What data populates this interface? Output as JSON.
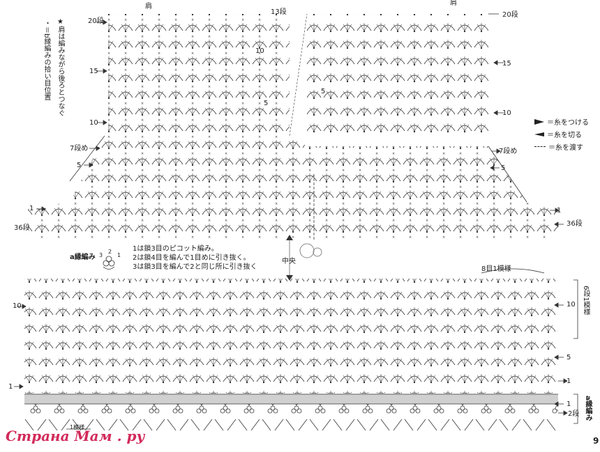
{
  "side_notes": {
    "star_note": "★肩は編みながら後ろとつなぐ",
    "b_note": "・＝b縁編みの拾い目位置"
  },
  "shoulder": {
    "left": "肩",
    "right": "肩"
  },
  "rows": {
    "r13": "13段",
    "r20_left": "20段",
    "r20_right": "20段",
    "r15_left": "15",
    "r15_right": "15",
    "r10_left": "10",
    "r10_right": "10",
    "r7_left": "7段め",
    "r7_right": "7段め",
    "r5_left": "5",
    "r5_right": "5",
    "r1_left": "1",
    "r1_right": "1",
    "r36_left": "36段",
    "r36_right": "36段",
    "inner_10": "10",
    "inner_5_left": "5",
    "inner_5_right": "5",
    "b10_left": "10",
    "b10_right": "10",
    "b5_right": "5",
    "b1_left": "1",
    "b1_right": "1",
    "b1_right2": "1",
    "b2": "2段"
  },
  "center_label": "中央",
  "edging": {
    "title": "a縁編み",
    "steps": [
      "1は鎖3目のピコット編み。",
      "2は鎖4目を編んで1目めに引き抜く。",
      "3は鎖3目を編んで2と同じ所に引き抜く"
    ],
    "nums": [
      "3",
      "2",
      "1"
    ]
  },
  "pattern": {
    "repeat": "8目1模様",
    "rows_repeat": "6段1模様",
    "bottom_repeat": "1模様",
    "a_edge": "a縁編み"
  },
  "legend": [
    {
      "icon": "attach-yarn-icon",
      "text": "＝糸をつける"
    },
    {
      "icon": "cut-yarn-icon",
      "text": "＝糸を切る"
    },
    {
      "icon": "carry-yarn-icon",
      "text": "＝糸を渡す"
    }
  ],
  "watermark": "Страна Мам . ру",
  "page_corner": "9",
  "colors": {
    "ink": "#222222",
    "band": "#d0d0d0",
    "watermark": "#d22a5a"
  }
}
